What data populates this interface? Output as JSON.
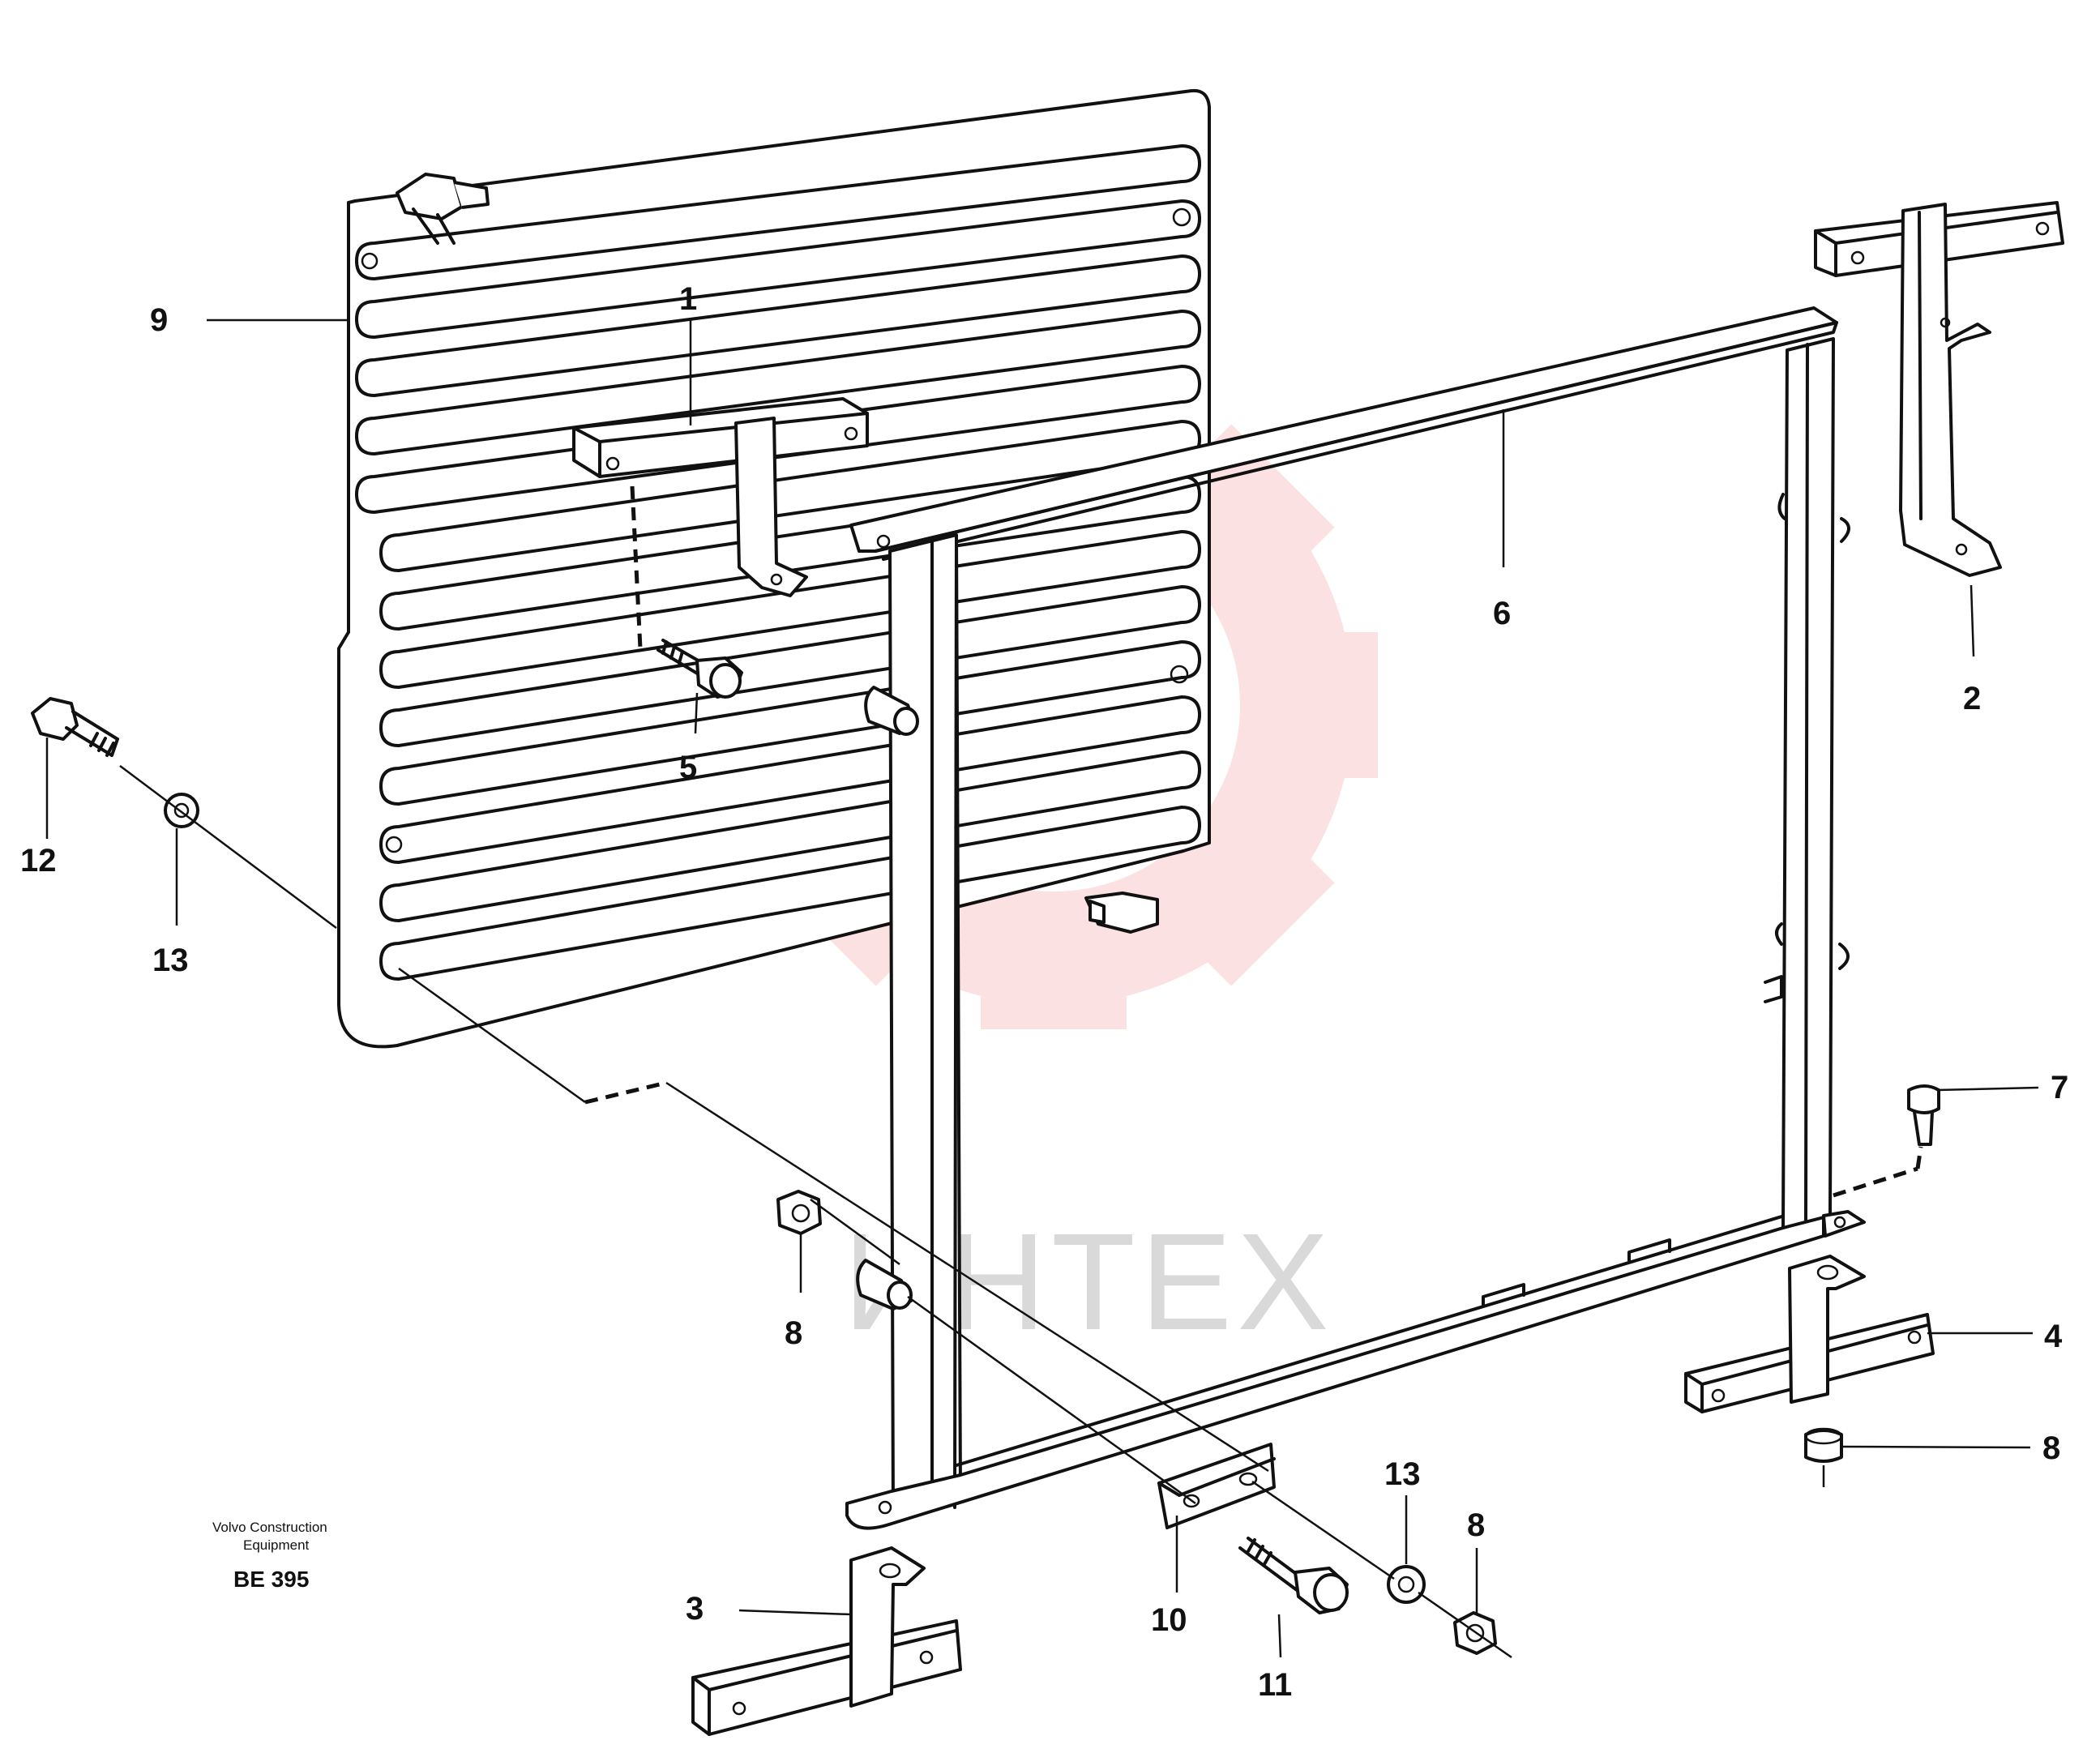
{
  "diagram": {
    "callouts": {
      "c1": "1",
      "c2": "2",
      "c3": "3",
      "c4": "4",
      "c5": "5",
      "c6": "6",
      "c7": "7",
      "c8a": "8",
      "c8b": "8",
      "c8c": "8",
      "c9": "9",
      "c10": "10",
      "c11": "11",
      "c12": "12",
      "c13a": "13",
      "c13b": "13"
    },
    "credit_line1": "Volvo Construction",
    "credit_line2": "Equipment",
    "drawing_code": "BE 395",
    "watermark_text": "ИНТЕХ",
    "colors": {
      "line": "#111111",
      "background": "#ffffff",
      "watermark_logo": "#f7c9c9",
      "watermark_text": "#d9d9d9"
    }
  }
}
